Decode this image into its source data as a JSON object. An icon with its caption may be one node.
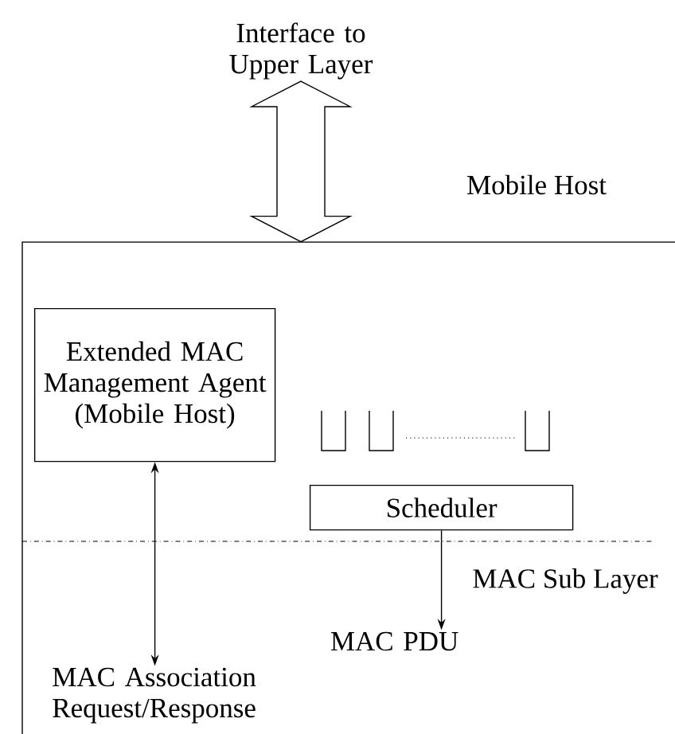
{
  "diagram": {
    "nodes": [
      {
        "text": [
          "Mobile Host"
        ]
      },
      {
        "text": [
          "Interface to Upper Layer"
        ]
      },
      {
        "text": [
          "Extended MAC Management Agent (Mobile Host)"
        ],
        "in": 0
      },
      {
        "text": [
          "Scheduler"
        ],
        "in": 0
      },
      {
        "text": [
          "MAC PDU"
        ],
        "in": 0
      },
      {
        "text": [
          "MAC Association Request/Response"
        ],
        "in": 0
      }
    ],
    "edges": [
      {
        "from": 1,
        "to": 0,
        "arrow": "both",
        "style": "thick"
      },
      {
        "from": 2,
        "to": 5,
        "arrow": "both"
      },
      {
        "from": 3,
        "to": 4,
        "arrow": "to"
      }
    ],
    "labels": [
      "MAC Sub Layer"
    ]
  }
}
